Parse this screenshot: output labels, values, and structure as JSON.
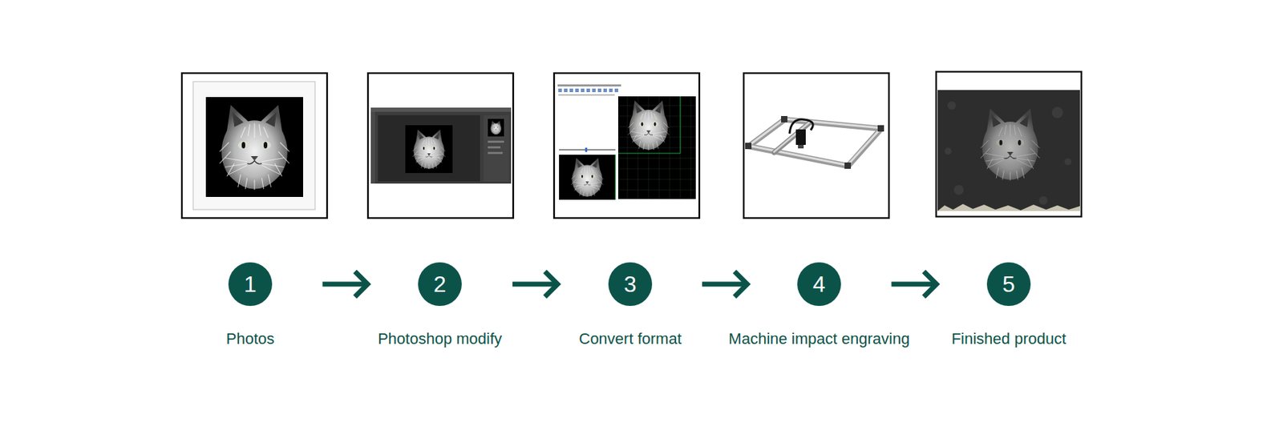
{
  "diagram": {
    "nodes": [
      {
        "text": [
          "1",
          "Photos"
        ]
      },
      {
        "text": [
          "2",
          "Photoshop modify"
        ]
      },
      {
        "text": [
          "3",
          "Convert format"
        ]
      },
      {
        "text": [
          "4",
          "Machine impact engraving"
        ]
      },
      {
        "text": [
          "5",
          "Finished product"
        ]
      }
    ],
    "edges": [
      {
        "from": 0,
        "to": 1,
        "arrow": "to"
      },
      {
        "from": 1,
        "to": 2,
        "arrow": "to"
      },
      {
        "from": 2,
        "to": 3,
        "arrow": "to"
      },
      {
        "from": 3,
        "to": 4,
        "arrow": "to"
      }
    ]
  }
}
